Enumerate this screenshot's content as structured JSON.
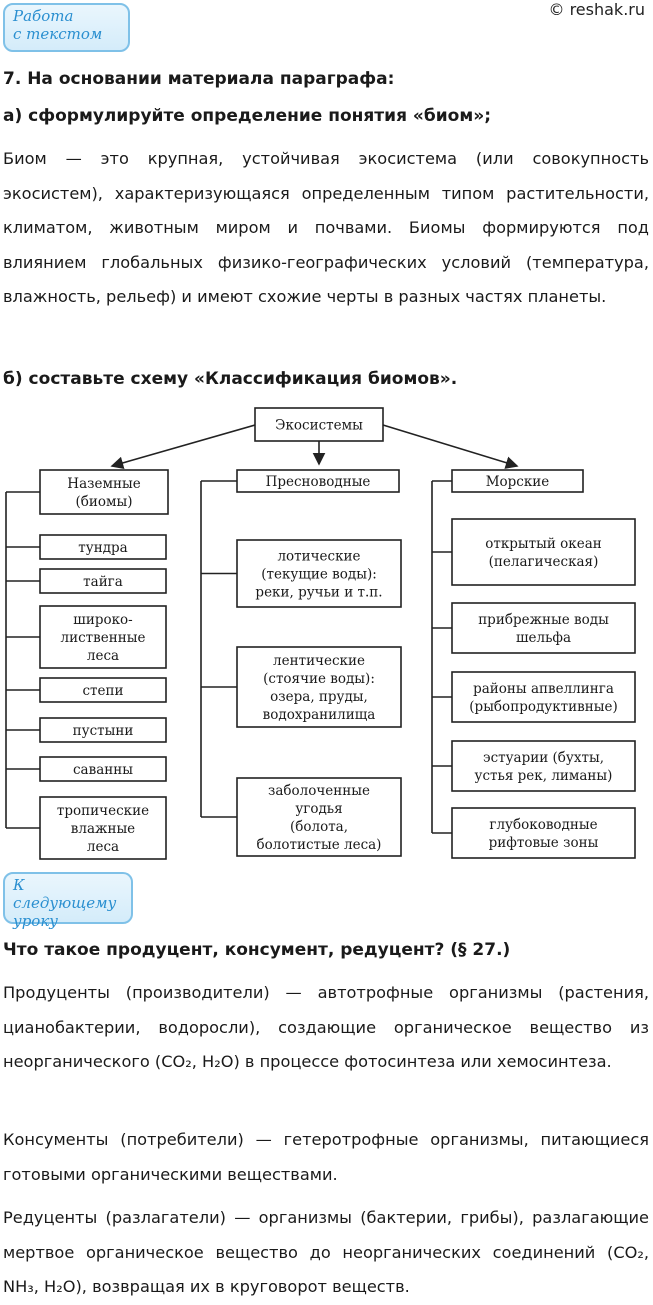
{
  "watermark": "© reshak.ru",
  "badge_top": {
    "line1": "Работа",
    "line2": "с текстом"
  },
  "task": {
    "heading": "7. На основании материала параграфа:",
    "sub_a": "а) сформулируйте определение понятия «биом»;",
    "answer_a": "Биом — это крупная, устойчивая экосистема (или совокупность экосистем), характеризующаяся определенным типом растительности, климатом, животным миром и почвами. Биомы формируются под влиянием глобальных физико-географических условий (температура, влажность, рельеф) и имеют схожие черты в разных частях планеты.",
    "sub_b": "б) составьте схему «Классификация биомов»."
  },
  "diagram": {
    "root": "Экосистемы",
    "categories": [
      {
        "label": [
          "Наземные",
          "(биомы)"
        ],
        "items": [
          [
            "тундра"
          ],
          [
            "тайга"
          ],
          [
            "широко-",
            "лиственные",
            "леса"
          ],
          [
            "степи"
          ],
          [
            "пустыни"
          ],
          [
            "саванны"
          ],
          [
            "тропические",
            "влажные",
            "леса"
          ]
        ]
      },
      {
        "label": [
          "Пресноводные"
        ],
        "items": [
          [
            "лотические",
            "(текущие воды):",
            "реки, ручьи и т.п."
          ],
          [
            "лентические",
            "(стоячие воды):",
            "озера, пруды,",
            "водохранилища"
          ],
          [
            "заболоченные",
            "угодья",
            "(болота,",
            "болотистые леса)"
          ]
        ]
      },
      {
        "label": [
          "Морские"
        ],
        "items": [
          [
            "открытый океан",
            "(пелагическая)"
          ],
          [
            "прибрежные воды",
            "шельфа"
          ],
          [
            "районы апвеллинга",
            "(рыбопродуктивные)"
          ],
          [
            "эстуарии (бухты,",
            "устья рек, лиманы)"
          ],
          [
            "глубоководные",
            "рифтовые зоны"
          ]
        ]
      }
    ]
  },
  "badge_next": {
    "line1": "К следующему",
    "line2": "уроку"
  },
  "next": {
    "question": "Что такое продуцент, консумент, редуцент? (§ 27.)",
    "p1": "Продуценты (производители) — автотрофные организмы (растения, цианобактерии, водоросли), создающие органическое вещество из неорганического (CO₂, H₂O) в процессе фотосинтеза или хемосинтеза.",
    "p2": "Консументы (потребители) — гетеротрофные организмы, питающиеся готовыми органическими веществами.",
    "p3": "Редуценты (разлагатели) — организмы (бактерии, грибы), разлагающие мертвое органическое вещество до неорганических соединений (CO₂, NH₃, H₂O), возвращая их в круговорот веществ."
  }
}
